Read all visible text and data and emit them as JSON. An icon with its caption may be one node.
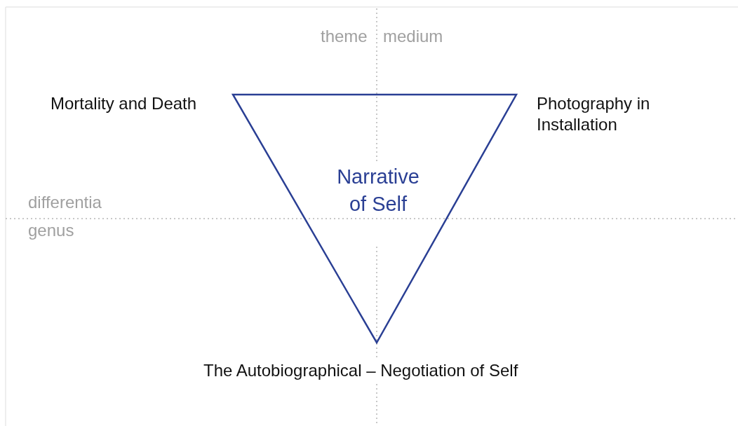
{
  "diagram": {
    "nodes": [
      {
        "text": [
          "Narrative of Self"
        ]
      }
    ],
    "edges": [],
    "labels": [
      "theme",
      "medium",
      "Mortality and Death",
      "Photography in Installation",
      "differentia",
      "genus",
      "The Autobiographical – Negotiation of Self"
    ]
  }
}
